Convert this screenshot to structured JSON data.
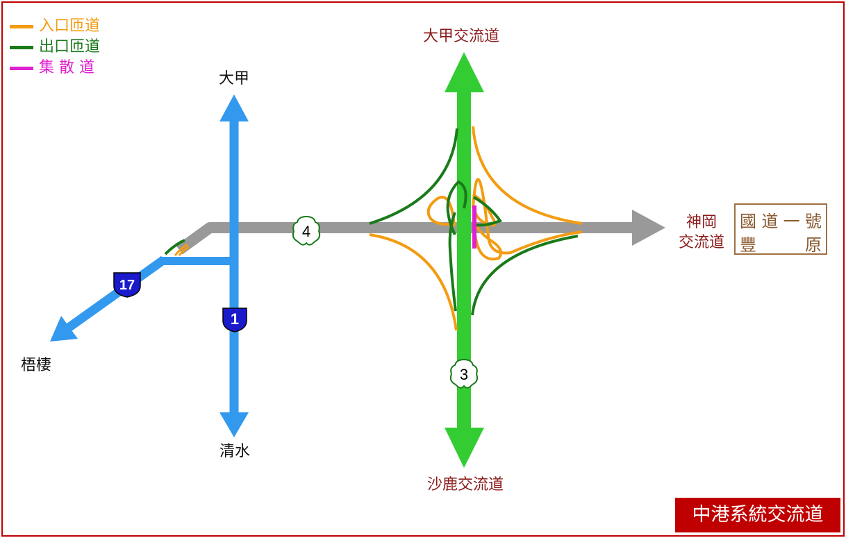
{
  "title": "中港系統交流道",
  "legend": [
    {
      "label": "入口匝道",
      "color": "#f39c12"
    },
    {
      "label": "出口匝道",
      "color": "#1a7a1a"
    },
    {
      "label": "集 散 道",
      "color": "#e020d0"
    }
  ],
  "labels": {
    "dajia": "大甲",
    "qingshui": "清水",
    "wuqi": "梧棲",
    "dajia_interchange": "大甲交流道",
    "shalu_interchange": "沙鹿交流道",
    "shengang_line1": "神岡",
    "shengang_line2": "交流道"
  },
  "note": {
    "chars_row1": [
      "國",
      "道",
      "一",
      "號"
    ],
    "chars_row2": [
      "豐",
      "原"
    ]
  },
  "shields": {
    "route1": "1",
    "route17": "17",
    "route3": "3",
    "route4": "4"
  },
  "colors": {
    "frame": "#c00000",
    "provincial": "#3399ee",
    "freeway3": "#33cc33",
    "freeway4": "#999999",
    "entrance": "#f39c12",
    "exit": "#1a7a1a",
    "cd_road": "#e020d0",
    "shield_blue": "#1a1acc",
    "label_red": "#8b1a1a"
  }
}
